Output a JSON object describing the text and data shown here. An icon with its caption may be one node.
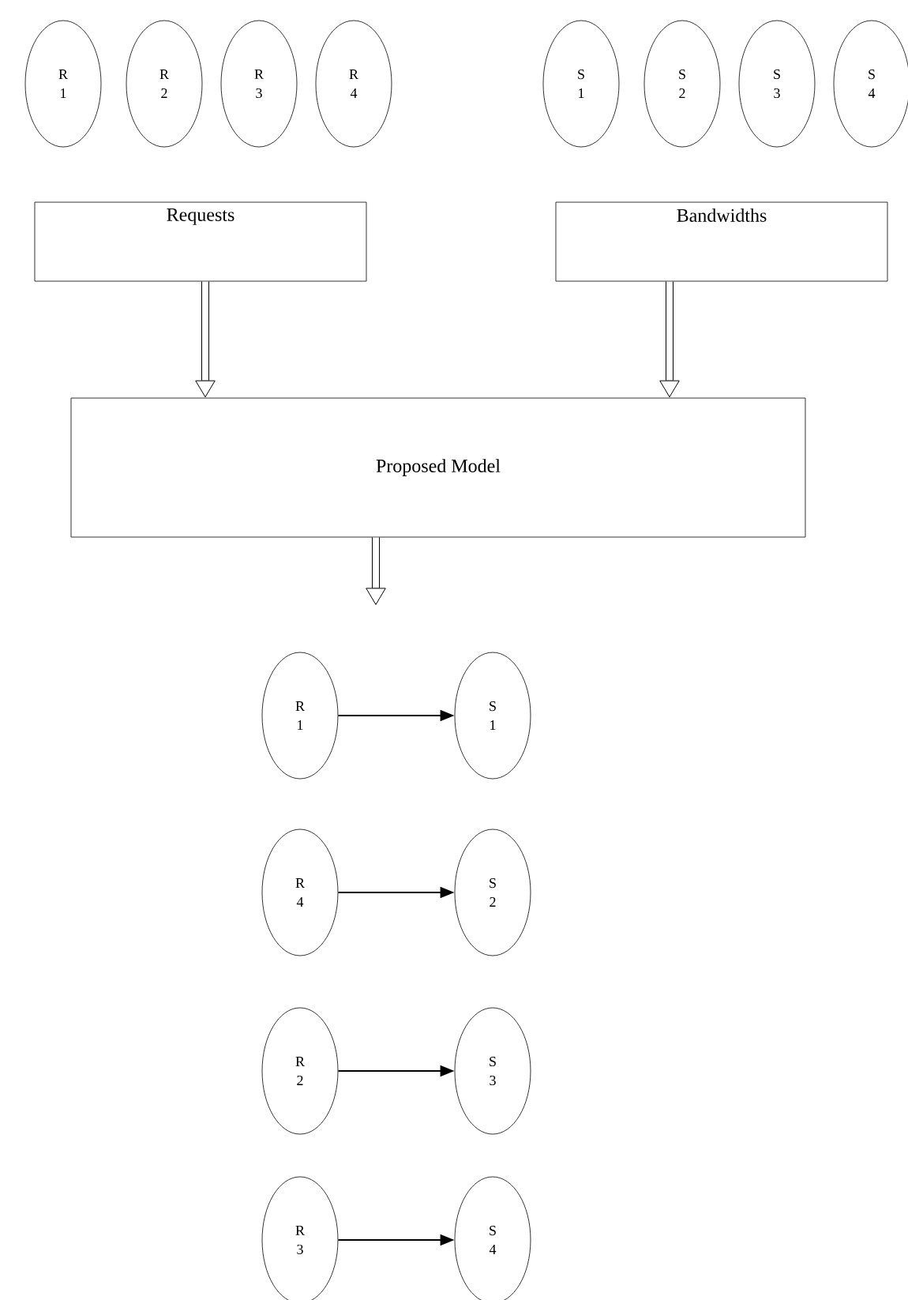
{
  "diagram": {
    "nodes": [
      {
        "text": [
          "R 1"
        ]
      },
      {
        "text": [
          "R 2"
        ]
      },
      {
        "text": [
          "R 3"
        ]
      },
      {
        "text": [
          "R 4"
        ]
      },
      {
        "text": [
          "S 1"
        ]
      },
      {
        "text": [
          "S 2"
        ]
      },
      {
        "text": [
          "S 3"
        ]
      },
      {
        "text": [
          "S 4"
        ]
      },
      {
        "text": [
          "Requests"
        ]
      },
      {
        "text": [
          "Bandwidths"
        ]
      },
      {
        "text": [
          "Proposed Model"
        ]
      },
      {
        "text": [
          "R 1"
        ]
      },
      {
        "text": [
          "S 1"
        ]
      },
      {
        "text": [
          "R 4"
        ]
      },
      {
        "text": [
          "S 2"
        ]
      },
      {
        "text": [
          "R 2"
        ]
      },
      {
        "text": [
          "S 3"
        ]
      },
      {
        "text": [
          "R 3"
        ]
      },
      {
        "text": [
          "S 4"
        ]
      }
    ],
    "edges": [
      {
        "from": 8,
        "to": 10,
        "arrow": "to",
        "style": "thick"
      },
      {
        "from": 9,
        "to": 10,
        "arrow": "to",
        "style": "thick"
      },
      {
        "from": 10,
        "to": null,
        "arrow": "to",
        "style": "thick"
      },
      {
        "from": 11,
        "to": 12,
        "arrow": "to"
      },
      {
        "from": 13,
        "to": 14,
        "arrow": "to"
      },
      {
        "from": 15,
        "to": 16,
        "arrow": "to"
      },
      {
        "from": 17,
        "to": 18,
        "arrow": "to"
      }
    ]
  }
}
